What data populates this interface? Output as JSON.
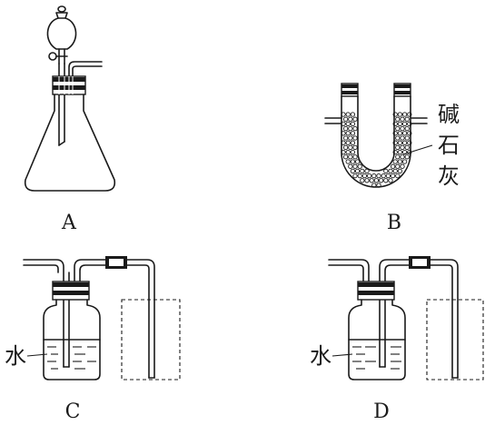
{
  "labels": {
    "A": "A",
    "B": "B",
    "C": "C",
    "D": "D"
  },
  "apparatus_b": {
    "reagent_chars": [
      "碱",
      "石",
      "灰"
    ]
  },
  "apparatus_c": {
    "liquid_label": "水"
  },
  "apparatus_d": {
    "liquid_label": "水"
  }
}
